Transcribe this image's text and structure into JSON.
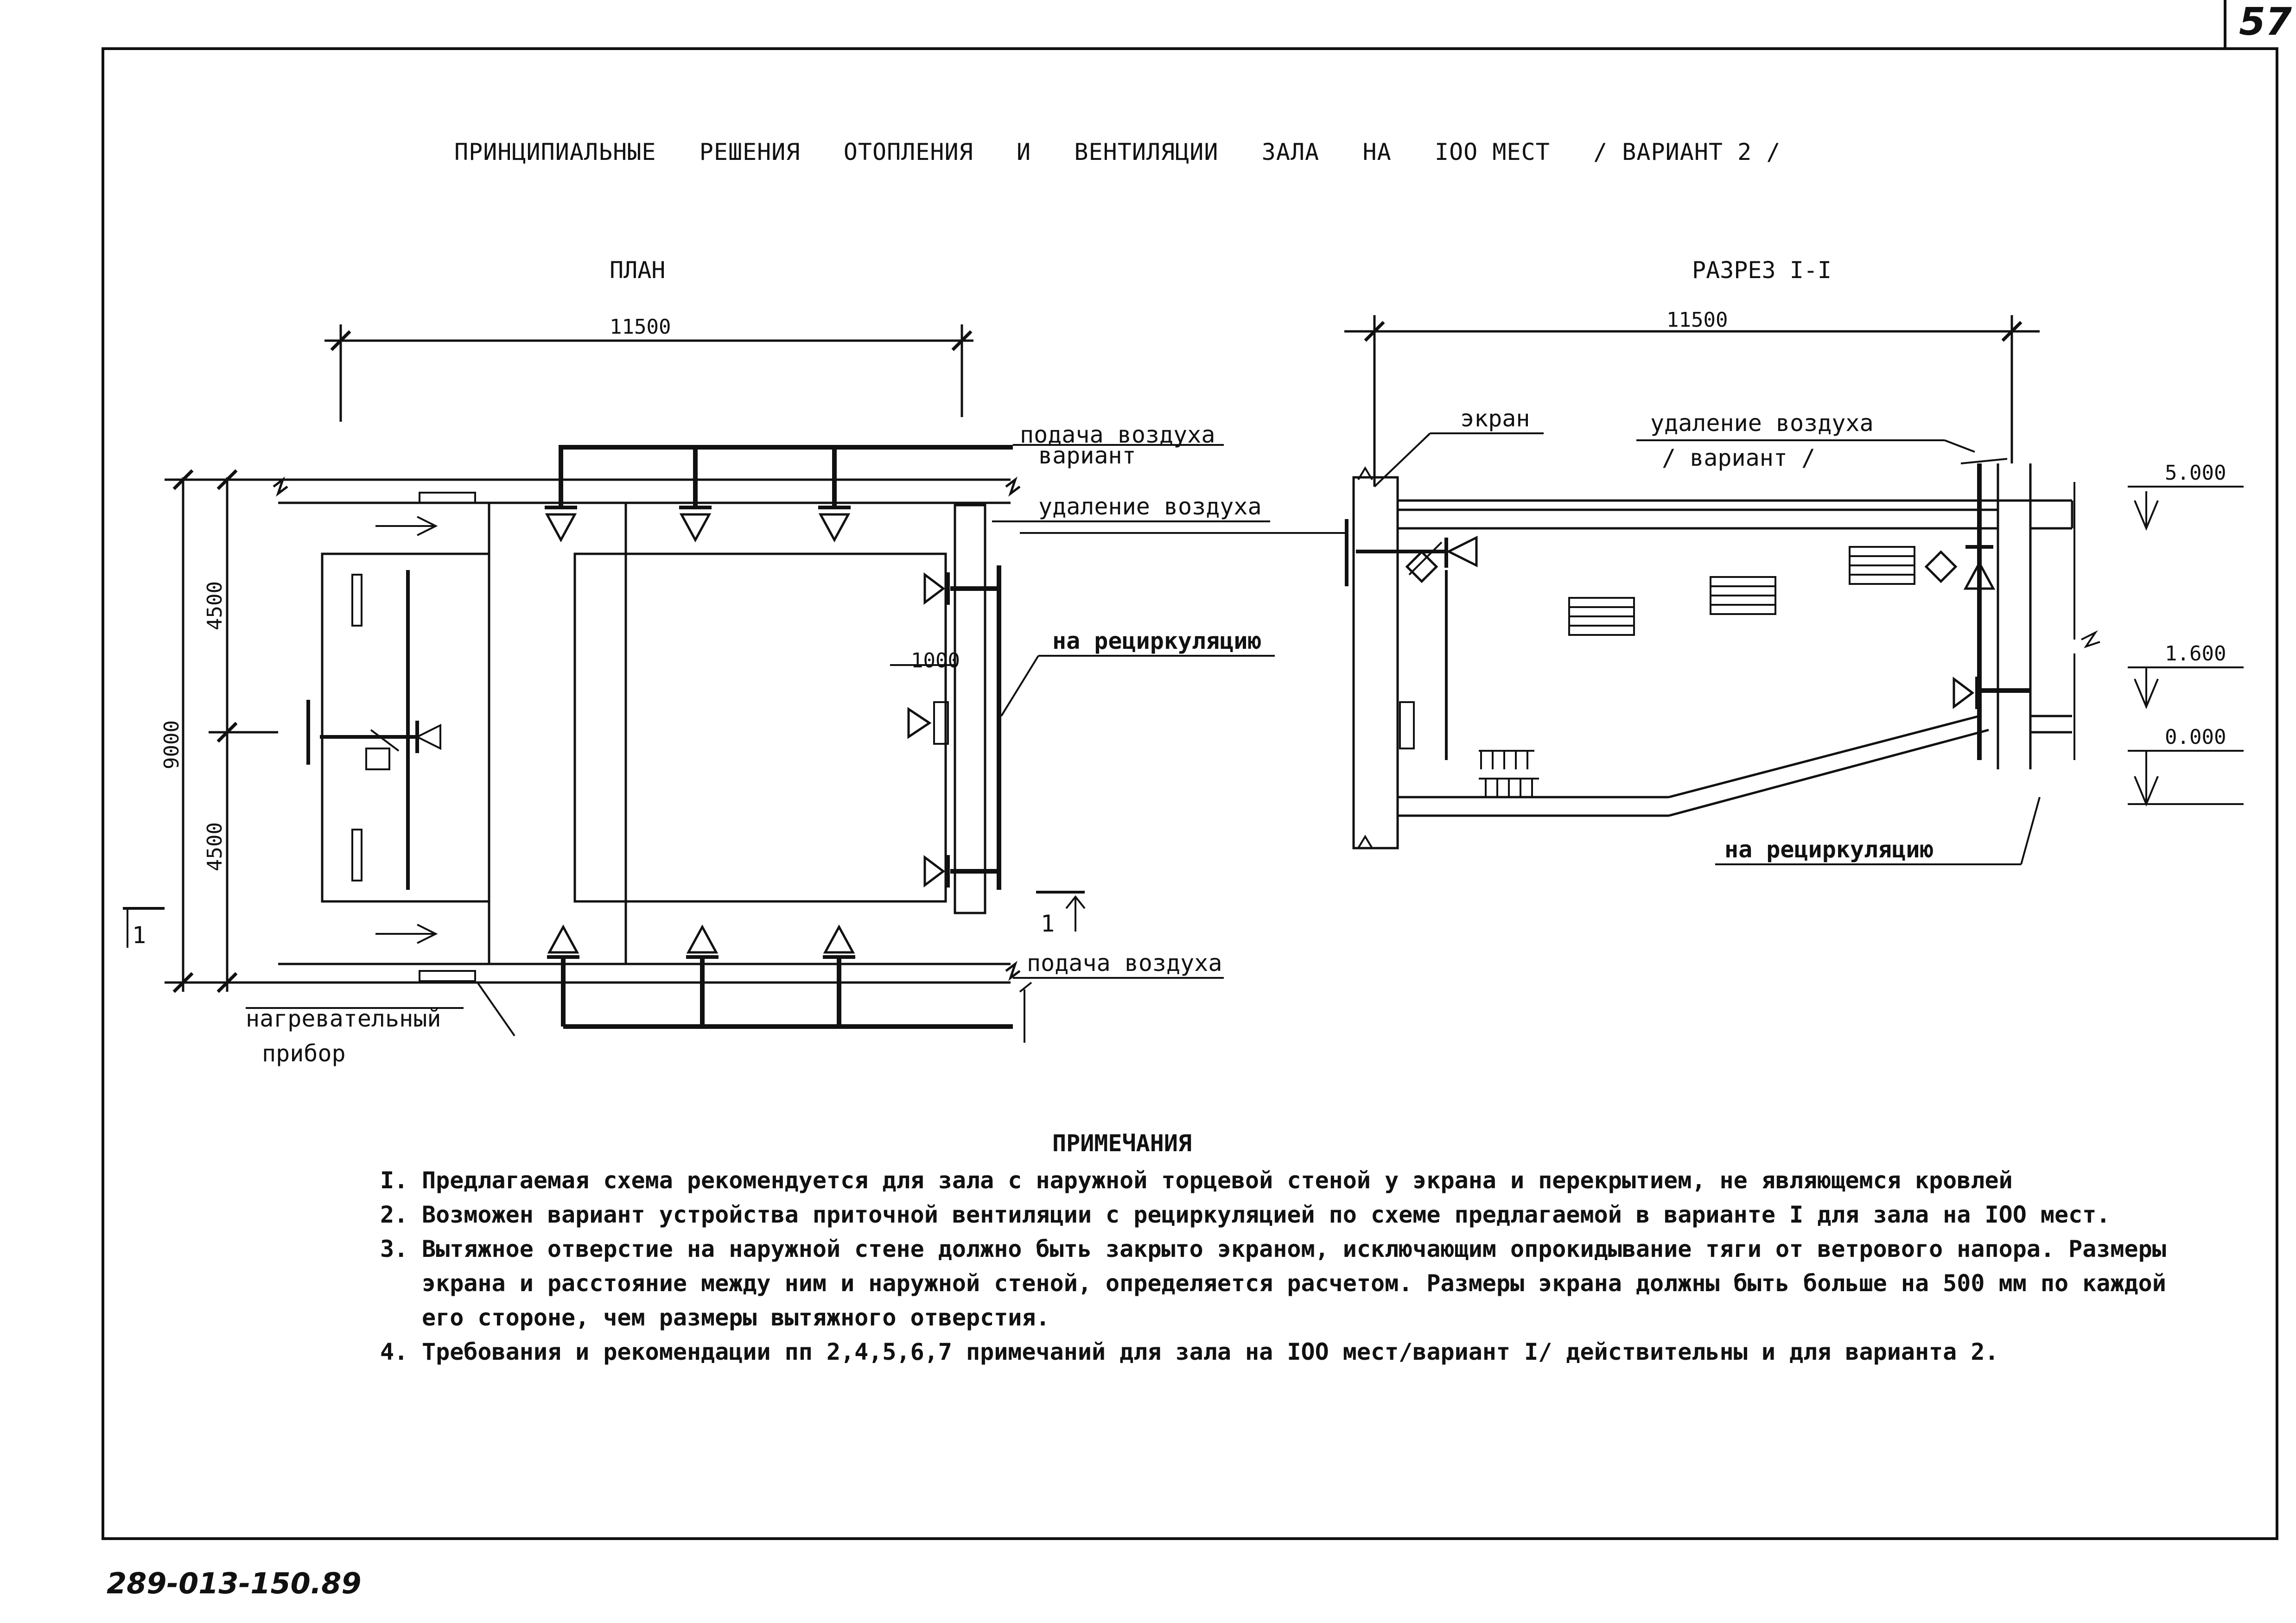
{
  "page_number": "57",
  "title": "ПРИНЦИПИАЛЬНЫЕ   РЕШЕНИЯ   ОТОПЛЕНИЯ   И   ВЕНТИЛЯЦИИ   ЗАЛА   НА   IOO МЕСТ   / ВАРИАНТ 2 /",
  "plan": {
    "heading": "ПЛАН",
    "dim_width": "11500",
    "dim_total": "9000",
    "dim_half_top": "4500",
    "dim_half_bottom": "4500",
    "dim_small": "1000",
    "label_supply_variant_1": "подача воздуха",
    "label_supply_variant_2": "вариант",
    "label_exhaust": "удаление воздуха",
    "label_recirc": "на рециркуляцию",
    "label_supply": "подача воздуха",
    "label_heater_1": "нагревательный",
    "label_heater_2": "прибор",
    "section_mark": "1"
  },
  "section": {
    "heading": "РАЗРЕЗ I-I",
    "dim_width": "11500",
    "label_screen": "экран",
    "label_exhaust_1": "удаление воздуха",
    "label_exhaust_2": "/ вариант /",
    "label_recirc": "на рециркуляцию",
    "level_top": "5.000",
    "level_mid": "1.600",
    "level_zero": "0.000"
  },
  "notes": {
    "heading": "ПРИМЕЧАНИЯ",
    "items": [
      {
        "num": "I.",
        "text": "Предлагаемая схема рекомендуется для зала с наружной торцевой стеной у экрана и перекрытием, не являющемся кровлей"
      },
      {
        "num": "2.",
        "text": "Возможен вариант устройства приточной вентиляции с рециркуляцией по схеме предлагаемой в варианте I для зала на IOO мест."
      },
      {
        "num": "3.",
        "text": "Вытяжное отверстие на наружной стене должно быть закрыто экраном, исключающим опрокидывание тяги от ветрового напора. Размеры экрана и расстояние между ним  и наружной стеной, определяется расчетом. Размеры экрана должны быть больше на 500 мм по каждой его стороне, чем размеры вытяжного отверстия."
      },
      {
        "num": "4.",
        "text": "Требования и рекомендации пп 2,4,5,6,7 примечаний для зала на IOO мест/вариант I/ действительны и для варианта 2."
      }
    ]
  },
  "doc_code": "289-013-150.89"
}
